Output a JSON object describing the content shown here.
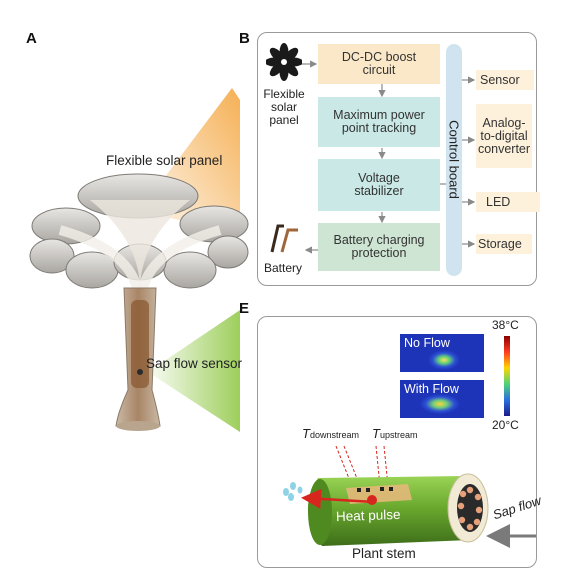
{
  "panel_a": {
    "letter": "A",
    "solar_label": "Flexible solar panel",
    "sensor_label": "Sap flow sensor"
  },
  "panel_b": {
    "letter": "B",
    "solar_icon_label_1": "Flexible",
    "solar_icon_label_2": "solar",
    "solar_icon_label_3": "panel",
    "boost_1": "DC-DC boost",
    "boost_2": "circuit",
    "mppt_1": "Maximum power",
    "mppt_2": "point tracking",
    "stab_1": "Voltage",
    "stab_2": "stabilizer",
    "batt_1": "Battery charging",
    "batt_2": "protection",
    "battery_label": "Battery",
    "control_board": "Control board",
    "sensor": "Sensor",
    "adc_1": "Analog-",
    "adc_2": "to-digital",
    "adc_3": "converter",
    "led": "LED",
    "storage": "Storage"
  },
  "panel_e": {
    "letter": "E",
    "no_flow": "No Flow",
    "with_flow": "With Flow",
    "temp_max": "38°C",
    "temp_min": "20°C",
    "t_down_main": "T",
    "t_down_sub": "downstream",
    "t_up_main": "T",
    "t_up_sub": "upstream",
    "heat_pulse": "Heat pulse",
    "sap_flow": "Sap flow",
    "plant_stem": "Plant stem"
  },
  "colors": {
    "accent_orange": "#f4a742",
    "accent_green": "#8cc63f",
    "stem_green": "#6aa82e",
    "heat_red": "#d7261e",
    "control_blue": "#cfe4ef"
  }
}
